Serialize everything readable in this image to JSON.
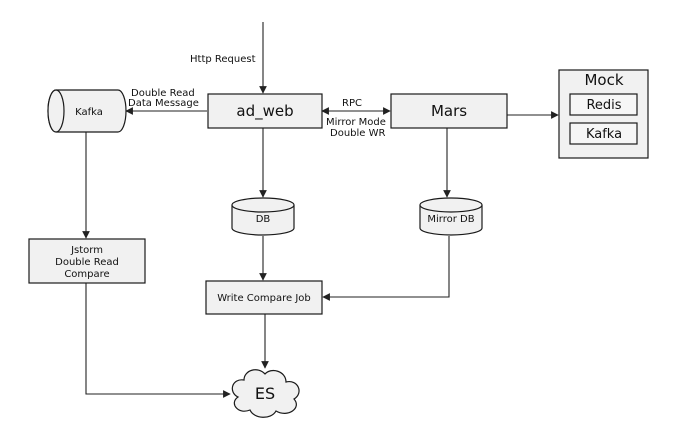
{
  "diagram": {
    "nodes": {
      "ad_web": "ad_web",
      "mars": "Mars",
      "kafka": "Kafka",
      "db": "DB",
      "mirror_db": "Mirror DB",
      "jstorm": [
        "Jstorm",
        "Double Read",
        "Compare"
      ],
      "write_compare_job": "Write Compare Job",
      "es": "ES",
      "mock": {
        "title": "Mock",
        "items": [
          "Redis",
          "Kafka"
        ]
      }
    },
    "edge_labels": {
      "http_request": "Http Request",
      "double_read": [
        "Double Read",
        "Data Message"
      ],
      "rpc": "RPC",
      "mirror_mode": [
        "Mirror Mode",
        "Double WR"
      ]
    }
  }
}
